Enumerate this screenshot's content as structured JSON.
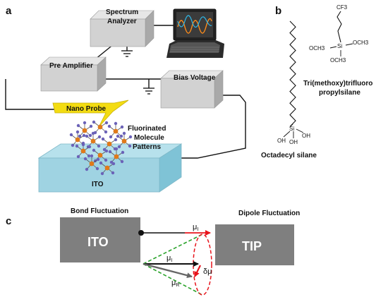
{
  "panel_a": {
    "letter": "a",
    "spectrum_analyzer_line1": "Spectrum",
    "spectrum_analyzer_line2": "Analyzer",
    "pre_amplifier": "Pre Amplifier",
    "bias_voltage": "Bias Voltage",
    "nano_probe": "Nano Probe",
    "molecules_line1": "Fluorinated",
    "molecules_line2": "Molecule",
    "molecules_line3": "Patterns",
    "substrate": "ITO"
  },
  "panel_b": {
    "letter": "b",
    "cf3": "CF3",
    "si_left": "Si",
    "oh1": "OH",
    "oh2": "OH",
    "oh3": "OH",
    "si_right": "Si",
    "och3_left": "OCH3",
    "och3_right": "OCH3",
    "och3_bottom": "OCH3",
    "octadecyl_name": "Octadecyl silane",
    "trifluoro_line1": "Tri(methoxy)trifluoro",
    "trifluoro_line2": "propylsilane"
  },
  "panel_c": {
    "letter": "c",
    "bond_fluctuation": "Bond Fluctuation",
    "dipole_fluctuation": "Dipole Fluctuation",
    "ito_box": "ITO",
    "tip_box": "TIP",
    "mu_symbol": "μ",
    "sub_I": "I",
    "sub_R": "R",
    "delta_mu": "δμ"
  },
  "colors": {
    "box_grey": "#d2d2d2",
    "dark_box": "#7f7f7f",
    "ito_blue": "#9fd3e2",
    "probe_yellow": "#f3dc12",
    "atom_orange": "#e07a1a",
    "atom_purple": "#6b62b8",
    "arrow_red": "#e8141c",
    "cone_green": "#2aa32a"
  }
}
